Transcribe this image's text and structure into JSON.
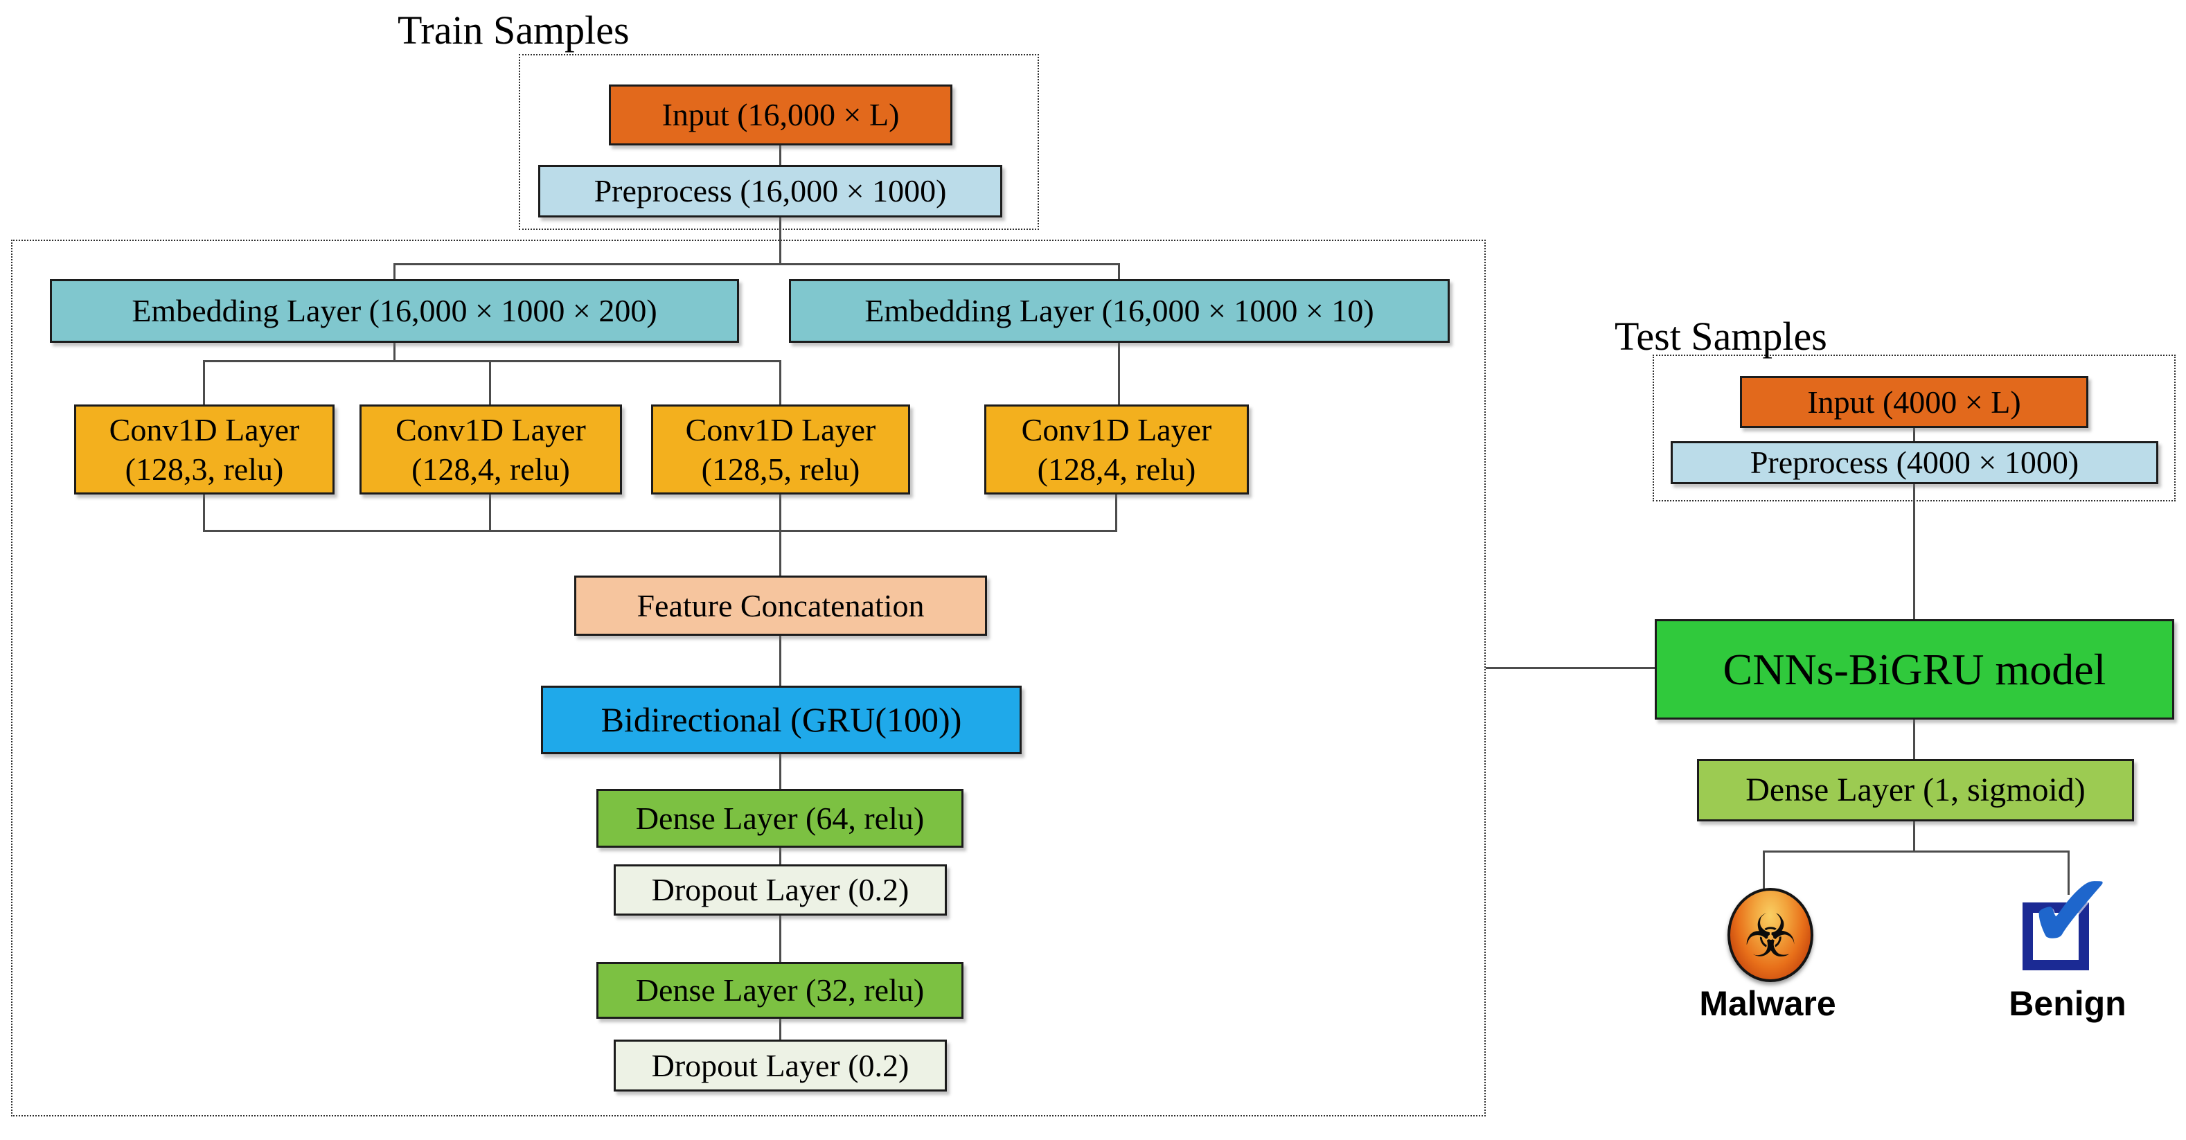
{
  "colors": {
    "input_orange": "#E2691C",
    "preprocess_blue": "#BBDCE9",
    "embedding_teal": "#80C7CE",
    "conv_yellow": "#F3B01E",
    "concat_peach": "#F6C59E",
    "bigru_blue": "#1FA9EA",
    "dense_green": "#7CC142",
    "dropout_pale": "#EDF2E5",
    "model_green": "#30C93C",
    "sigmoid_green": "#9CCB52",
    "benign_navy": "#1B2A94",
    "check_blue": "#1E66CC",
    "malware_orange": "#E8701A"
  },
  "train": {
    "title": "Train Samples",
    "input_label": "Input (16,000 × L)",
    "preprocess_label": "Preprocess (16,000 × 1000)"
  },
  "network": {
    "embedding_left_label": "Embedding Layer (16,000 × 1000 × 200)",
    "embedding_right_label": "Embedding Layer (16,000 × 1000 × 10)",
    "conv_layers": [
      {
        "name": "Conv1D Layer",
        "params": "(128,3, relu)"
      },
      {
        "name": "Conv1D Layer",
        "params": "(128,4, relu)"
      },
      {
        "name": "Conv1D Layer",
        "params": "(128,5, relu)"
      },
      {
        "name": "Conv1D Layer",
        "params": "(128,4, relu)"
      }
    ],
    "concat_label": "Feature Concatenation",
    "bigru_label": "Bidirectional (GRU(100))",
    "dense1_label": "Dense Layer (64, relu)",
    "dropout1_label": "Dropout Layer (0.2)",
    "dense2_label": "Dense Layer (32, relu)",
    "dropout2_label": "Dropout Layer (0.2)"
  },
  "test": {
    "title": "Test Samples",
    "input_label": "Input (4000 × L)",
    "preprocess_label": "Preprocess (4000 × 1000)",
    "model_label": "CNNs-BiGRU model",
    "dense_label": "Dense Layer (1, sigmoid)",
    "outputs": [
      {
        "icon": "biohazard",
        "label": "Malware"
      },
      {
        "icon": "checked-box",
        "label": "Benign"
      }
    ]
  }
}
